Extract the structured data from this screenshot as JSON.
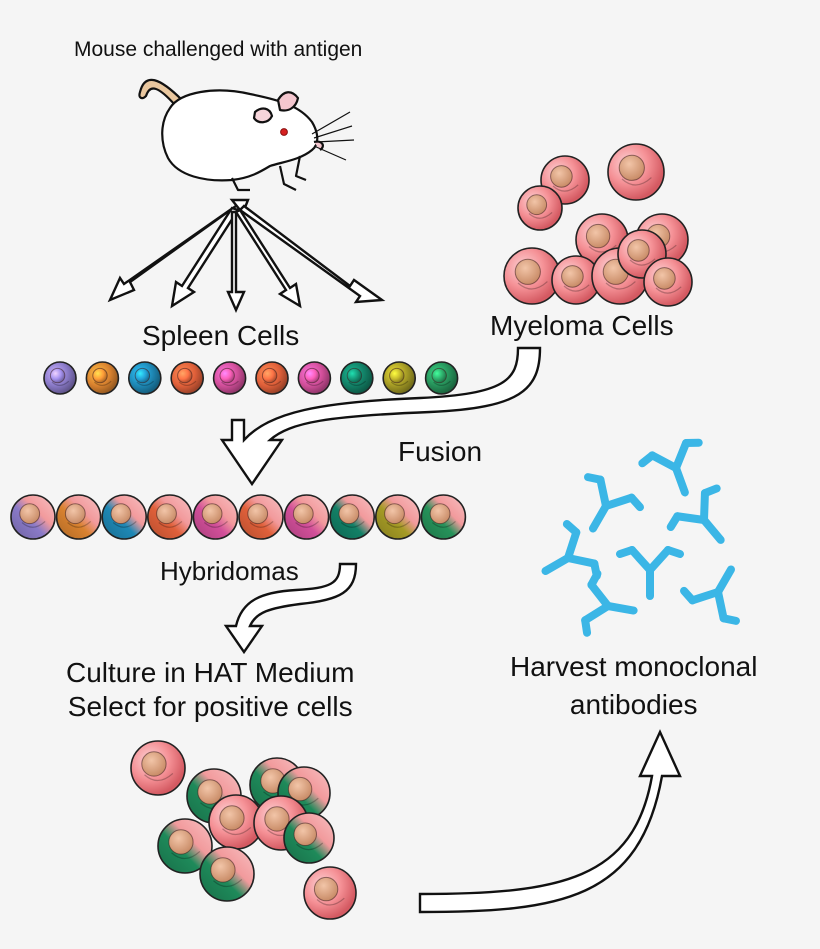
{
  "labels": {
    "mouse": "Mouse challenged with antigen",
    "spleen_cells": "Spleen Cells",
    "myeloma_cells": "Myeloma Cells",
    "fusion": "Fusion",
    "hybridomas": "Hybridomas",
    "culture_line1": "Culture in HAT Medium",
    "culture_line2": "Select for positive cells",
    "harvest_line1": "Harvest monoclonal",
    "harvest_line2": "antibodies"
  },
  "colors": {
    "background": "#f5f5f5",
    "myeloma_pink": "#f0848a",
    "antibody_blue": "#3bb6e6",
    "green": "#1e8a5a",
    "spleen_cell_colors": [
      "#8a7ac8",
      "#d9822f",
      "#1e88b5",
      "#e0603a",
      "#d24f9a",
      "#e0603a",
      "#d24f9a",
      "#128066",
      "#a59b25",
      "#26925a"
    ]
  },
  "icons": [
    "mouse-icon",
    "cell-icon",
    "antibody-icon",
    "arrow-icon"
  ]
}
